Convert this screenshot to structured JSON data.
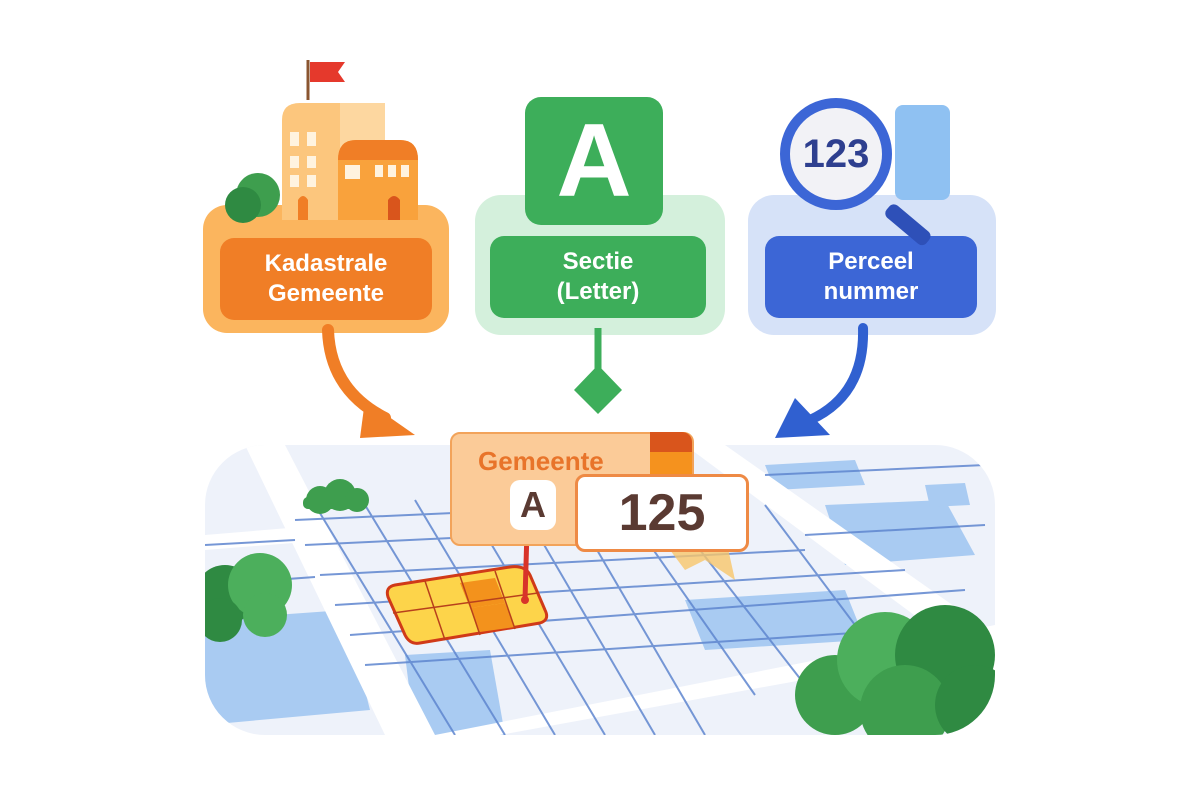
{
  "cards": [
    {
      "id": "gemeente",
      "line1": "Kadastrale",
      "line2": "Gemeente",
      "color": "#F07E26",
      "light": "#FBB55E",
      "icon": "town-hall-icon"
    },
    {
      "id": "sectie",
      "line1": "Sectie",
      "line2": "(Letter)",
      "badge": "A",
      "color": "#3DAE5A",
      "light": "#D4F0DC",
      "icon": "letter-a-icon"
    },
    {
      "id": "perceel",
      "line1": "Perceel",
      "line2": "nummer",
      "badge": "123",
      "color": "#3C66D6",
      "light": "#D6E2F8",
      "icon": "magnifier-icon"
    }
  ],
  "result_tag": {
    "title": "Gemeente",
    "section": "A",
    "number": "125",
    "title_color": "#E8742A",
    "number_color": "#5A3A32"
  },
  "colors": {
    "orange": "#F07E26",
    "green": "#3DAE5A",
    "blue": "#3060D0",
    "map_bg": "#EEF2FA",
    "map_line": "#5F86CF",
    "parcel_yellow": "#FDD44A",
    "parcel_orange": "#F3921C",
    "parcel_border": "#D03A18",
    "tree": "#3E9E4E"
  }
}
